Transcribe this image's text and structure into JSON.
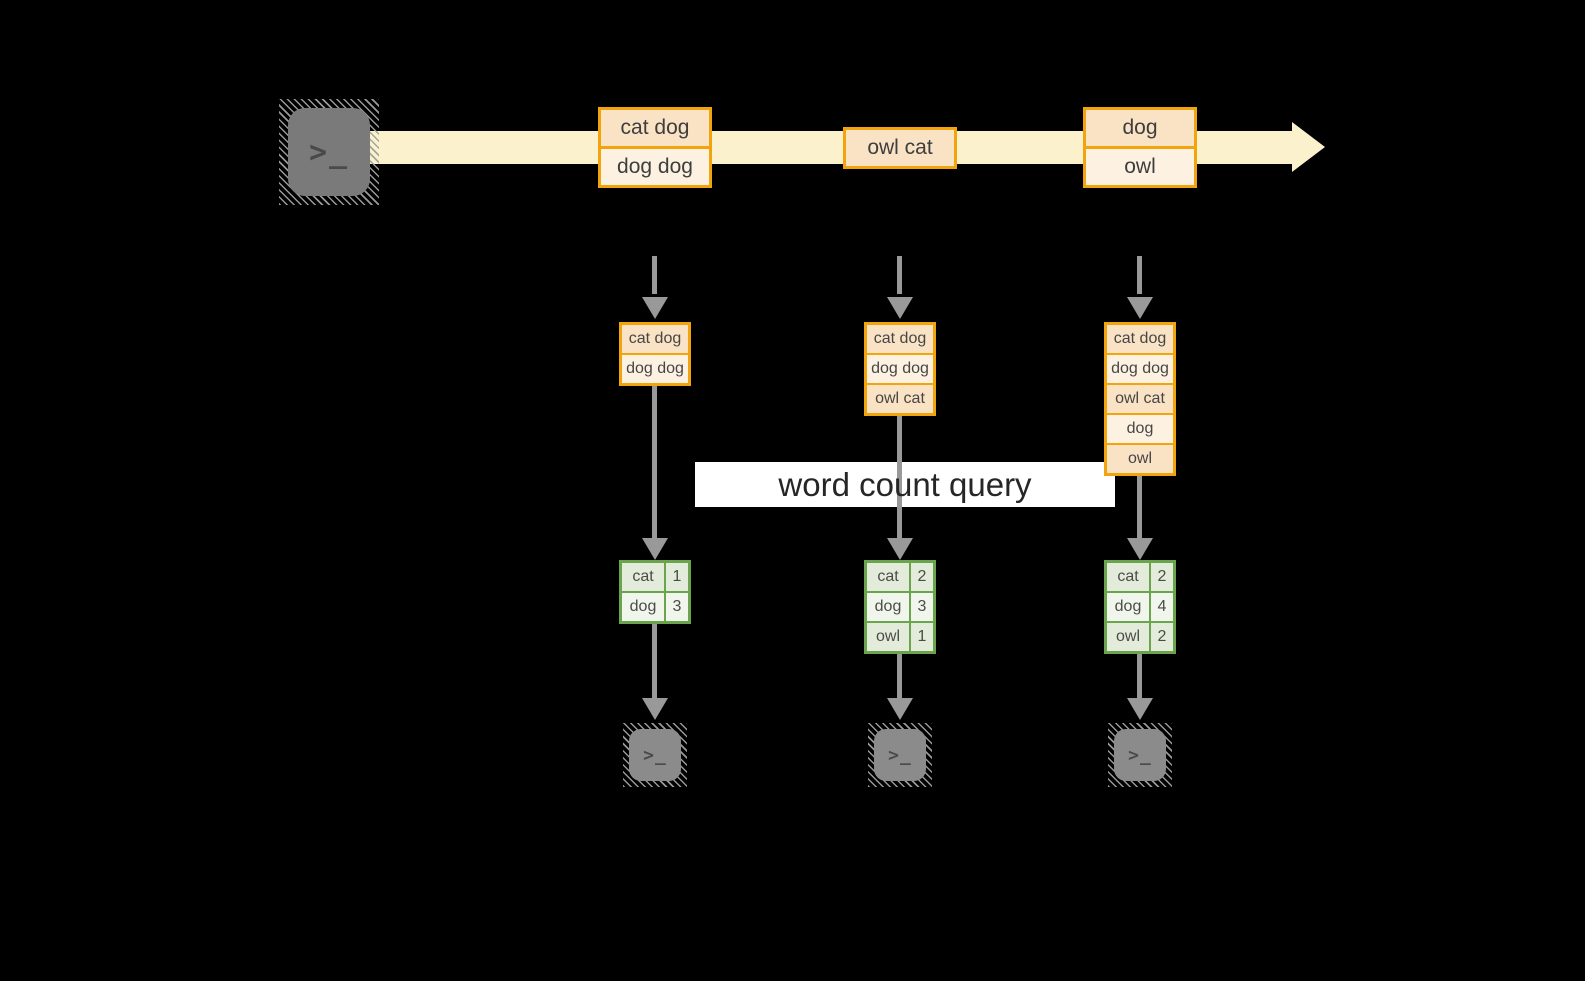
{
  "diagram": {
    "query_label": "word count query",
    "icons": {
      "terminal_glyph": ">_"
    },
    "timeline": {
      "batches": [
        {
          "rows": [
            "cat dog",
            "dog dog"
          ]
        },
        {
          "rows": [
            "owl cat"
          ]
        },
        {
          "rows": [
            "dog",
            "owl"
          ]
        }
      ]
    },
    "columns": [
      {
        "stream": [
          "cat dog",
          "dog dog"
        ],
        "counts": [
          {
            "word": "cat",
            "count": "1"
          },
          {
            "word": "dog",
            "count": "3"
          }
        ]
      },
      {
        "stream": [
          "cat dog",
          "dog dog",
          "owl cat"
        ],
        "counts": [
          {
            "word": "cat",
            "count": "2"
          },
          {
            "word": "dog",
            "count": "3"
          },
          {
            "word": "owl",
            "count": "1"
          }
        ]
      },
      {
        "stream": [
          "cat dog",
          "dog dog",
          "owl cat",
          "dog",
          "owl"
        ],
        "counts": [
          {
            "word": "cat",
            "count": "2"
          },
          {
            "word": "dog",
            "count": "4"
          },
          {
            "word": "owl",
            "count": "2"
          }
        ]
      }
    ],
    "colors": {
      "accent_orange": "#F1A40B",
      "fill_peach": "#FAE2C4",
      "fill_cream": "#FDF2E2",
      "band_yellow": "#FBF2CD",
      "green_border": "#6AA44D",
      "green_fill_dark": "#E3ECDA",
      "green_fill_light": "#F1F6ED",
      "arrow_gray": "#999999",
      "label_band": "#FFFFFF"
    }
  }
}
